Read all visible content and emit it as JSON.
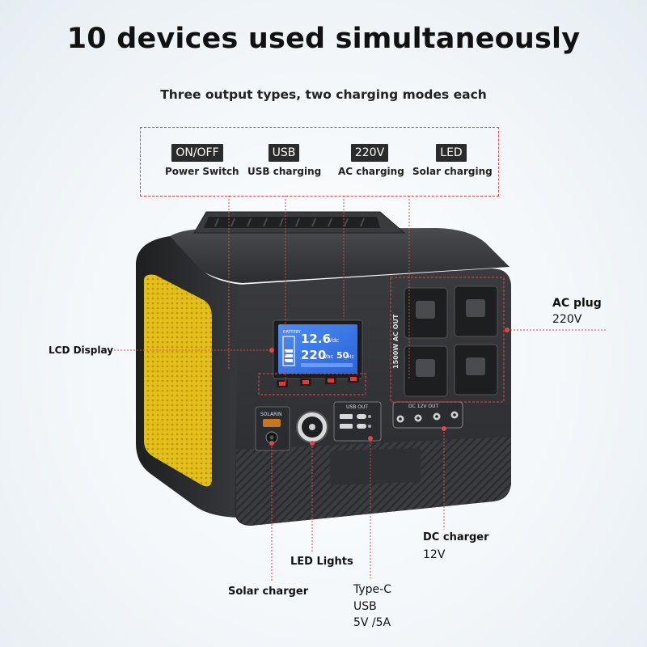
{
  "title": "10 devices used simultaneously",
  "subtitle": "Three output types, two charging modes each",
  "legend": [
    {
      "tag": "ON/OFF",
      "caption": "Power Switch"
    },
    {
      "tag": "USB",
      "caption": "USB charging"
    },
    {
      "tag": "220V",
      "caption": "AC charging"
    },
    {
      "tag": "LED",
      "caption": "Solar charging"
    }
  ],
  "callouts": {
    "ac_plug": {
      "title": "AC plug",
      "value": "220V"
    },
    "lcd": {
      "title": "LCD Display"
    },
    "dc_charger": {
      "title": "DC charger",
      "value": "12V"
    },
    "led_lights": {
      "title": "LED Lights"
    },
    "solar_charger": {
      "title": "Solar charger"
    },
    "typec": {
      "line1": "Type-C",
      "line2": "USB",
      "line3": "5V /5A"
    }
  },
  "device": {
    "lcd_top": "12.6",
    "lcd_top_unit": "Vdc",
    "lcd_mid": "220",
    "lcd_mid_unit": "Vac",
    "lcd_freq": "50",
    "lcd_freq_unit": "Hz",
    "lcd_battery": "BATTERY",
    "ac_out_label": "1500W AC OUT",
    "usb_out_label": "USB OUT",
    "dc_out_label": "DC 12V OUT",
    "solar_in_label": "SOLARIN"
  },
  "colors": {
    "accent_red": "#e04848",
    "body_yellow": "#e6c21c",
    "body_dark": "#2a2b2d",
    "lcd_blue": "#2f74e8"
  }
}
